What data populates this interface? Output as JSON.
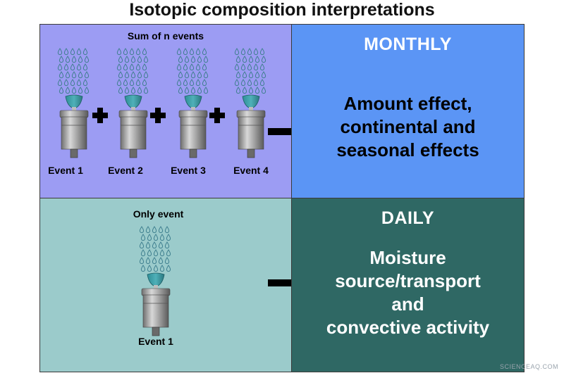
{
  "title": "Isotopic composition interpretations",
  "monthly": {
    "caption": "Sum of n events",
    "events": [
      "Event 1",
      "Event 2",
      "Event 3",
      "Event 4"
    ],
    "period": "MONTHLY",
    "effects": "Amount effect,\ncontinental and\nseasonal effects"
  },
  "daily": {
    "caption": "Only event",
    "events": [
      "Event 1"
    ],
    "period": "DAILY",
    "effects": "Moisture\nsource/transport\nand\nconvective activity"
  },
  "watermark": "SCIENCEAQ.COM",
  "colors": {
    "monthly_left": "#9c9cf3",
    "monthly_right": "#5b95f5",
    "daily_left": "#9bcbcb",
    "daily_right": "#2f6864",
    "rain": "#3f7f8f",
    "funnel": "#4fb0b8"
  },
  "icons": [
    "rain-drops-icon",
    "funnel-icon",
    "rain-gauge-icon",
    "plus-icon",
    "arrow-right-icon"
  ]
}
